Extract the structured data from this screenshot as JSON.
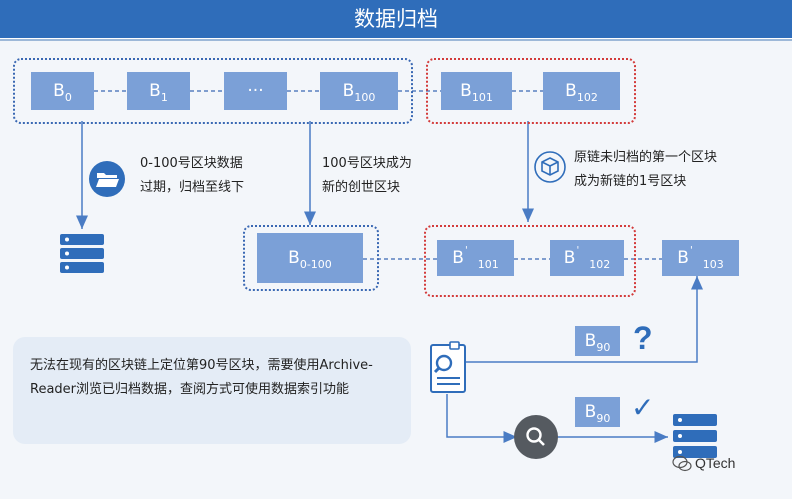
{
  "header": {
    "title": "数据归档"
  },
  "top_chain": [
    {
      "main": "B",
      "sub": "0"
    },
    {
      "main": "B",
      "sub": "1"
    },
    {
      "main": "···",
      "sub": ""
    },
    {
      "main": "B",
      "sub": "100"
    },
    {
      "main": "B",
      "sub": "101"
    },
    {
      "main": "B",
      "sub": "102"
    }
  ],
  "new_chain": {
    "genesis": {
      "main": "B",
      "sub": "0-100"
    },
    "blocks": [
      {
        "main": "B",
        "sup": "'",
        "sub": "101"
      },
      {
        "main": "B",
        "sup": "'",
        "sub": "102"
      },
      {
        "main": "B",
        "sup": "'",
        "sub": "103"
      }
    ]
  },
  "notes": {
    "archive_line1": "0-100号区块数据",
    "archive_line2": "过期，归档至线下",
    "genesis_line1": "100号区块成为",
    "genesis_line2": "新的创世区块",
    "first_line1": "原链未归档的第一个区块",
    "first_line2": "成为新链的1号区块"
  },
  "info": {
    "text": "无法在现有的区块链上定位第90号区块，需要使用Archive-Reader浏览已归档数据，查阅方式可使用数据索引功能"
  },
  "query": {
    "fail": {
      "main": "B",
      "sub": "90",
      "mark": "?"
    },
    "success": {
      "main": "B",
      "sub": "90",
      "mark": "✓"
    }
  },
  "watermark": {
    "text": "QTech"
  },
  "colors": {
    "header": "#2f6dba",
    "block": "#7ba0d7",
    "blue_dash": "#3a68b3",
    "red_dash": "#d33b3b",
    "arrow": "#4a7cc4"
  }
}
